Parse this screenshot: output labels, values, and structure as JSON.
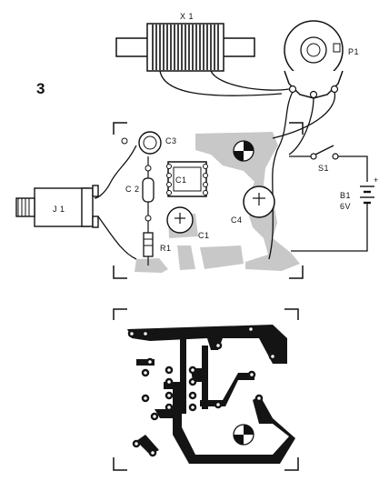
{
  "figure": {
    "number": "3"
  },
  "components": {
    "coil": "X 1",
    "pot": "P1",
    "jack": "J 1",
    "c1_top": "C1",
    "c1_bottom": "C1",
    "c2": "C 2",
    "c3": "C3",
    "c4": "C4",
    "r1": "R1",
    "switch": "S1",
    "battery_ref": "B1",
    "battery_voltage": "6V",
    "plus_sign": "+"
  },
  "colors": {
    "ink": "#111111",
    "copper_top": "#c8c8c8",
    "copper_bottom": "#141414"
  }
}
